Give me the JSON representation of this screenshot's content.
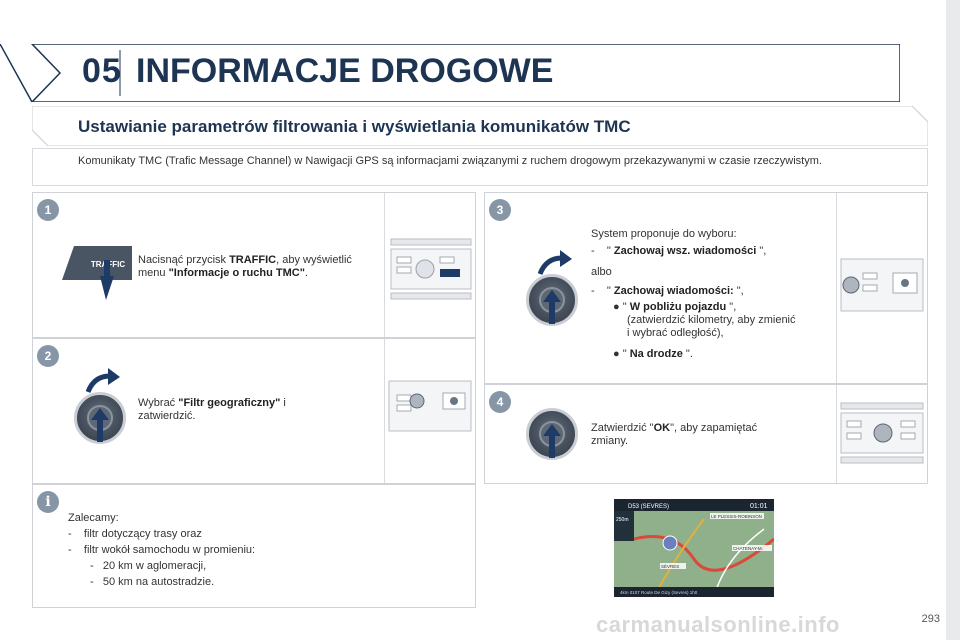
{
  "chapter": {
    "number": "05",
    "title": "INFORMACJE DROGOWE"
  },
  "section_title": "Ustawianie parametrów filtrowania i wyświetlania komunikatów TMC",
  "intro": "Komunikaty TMC (Trafic Message Channel) w Nawigacji GPS są informacjami związanymi z ruchem drogowym przekazywanymi w czasie rzeczywistym.",
  "steps": [
    {
      "num": "1",
      "pre": "Nacisnąć przycisk ",
      "b1": "TRAFFIC",
      "mid": ", aby wyświetlić menu ",
      "b2": "\"Informacje o ruchu TMC\"",
      "post": ".",
      "button_label": "TRAFFIC"
    },
    {
      "num": "2",
      "pre": "Wybrać ",
      "b1": "\"Filtr geograficzny\"",
      "post": " i zatwierdzić."
    },
    {
      "num": "3",
      "line1": "System proponuje do wyboru:",
      "dash": "-",
      "opt1_pre": "\" ",
      "opt1_b": "Zachowaj wsz. wiadomości",
      "opt1_post": " \",",
      "or": "albo",
      "opt2_pre": "\" ",
      "opt2_b": "Zachowaj wiadomości:",
      "opt2_post": " \",",
      "sub1_pre": "\" ",
      "sub1_b": "W pobliżu pojazdu",
      "sub1_post": " \",",
      "sub1_note": "(zatwierdzić kilometry, aby zmienić i wybrać odległość),",
      "sub2_pre": "\" ",
      "sub2_b": "Na drodze",
      "sub2_post": " \".",
      "bullet": "●"
    },
    {
      "num": "4",
      "pre": "Zatwierdzić \"",
      "b1": "OK",
      "post": "\", aby zapamiętać zmiany."
    }
  ],
  "info": {
    "icon": "i",
    "heading": "Zalecamy:",
    "dash": "-",
    "items": [
      "filtr dotyczący trasy oraz",
      "filtr wokół samochodu w promieniu:"
    ],
    "subitems": [
      "20 km w aglomeracji,",
      "50 km na autostradzie."
    ]
  },
  "map": {
    "road": "D53 (SEVRES)",
    "time": "01:01",
    "distance": "250m",
    "place1": "LE PLESSIS-ROBINSON",
    "place2": "CHATENAY-M.",
    "place3": "SÈVRES",
    "bottom": "4km   0107  Route De Gizy (Sevres)   1h0"
  },
  "page_number": "293",
  "watermark": "carmanualsonline.info"
}
